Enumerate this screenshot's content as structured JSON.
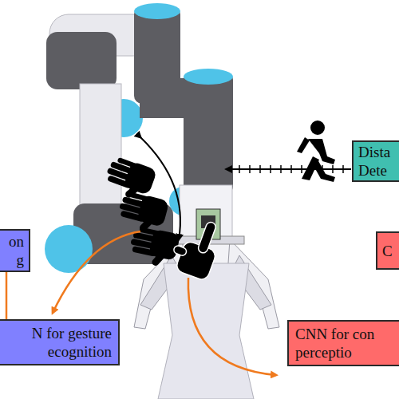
{
  "diagram": {
    "nodes": [
      {
        "text": [
          "on g"
        ]
      },
      {
        "text": [
          "N for gesture ecognition"
        ]
      },
      {
        "text": [
          "Dista Dete"
        ]
      },
      {
        "text": [
          "C"
        ]
      },
      {
        "text": [
          "CNN for con perceptio"
        ]
      }
    ],
    "edges": [
      {
        "from": 0,
        "to": 1,
        "arrow": "none"
      }
    ]
  }
}
